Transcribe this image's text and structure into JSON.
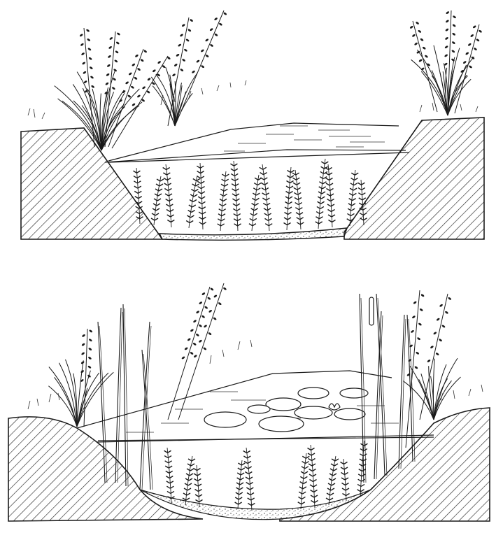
{
  "figure": {
    "panels": [
      {
        "id": "top-panel",
        "subject": "trapezoidal-ditch-cross-section"
      },
      {
        "id": "bottom-panel",
        "subject": "rounded-pond-cross-section"
      }
    ]
  },
  "colors": {
    "ink": "#1a1a1a",
    "paper": "#ffffff",
    "hatch": "#2a2a2a"
  }
}
